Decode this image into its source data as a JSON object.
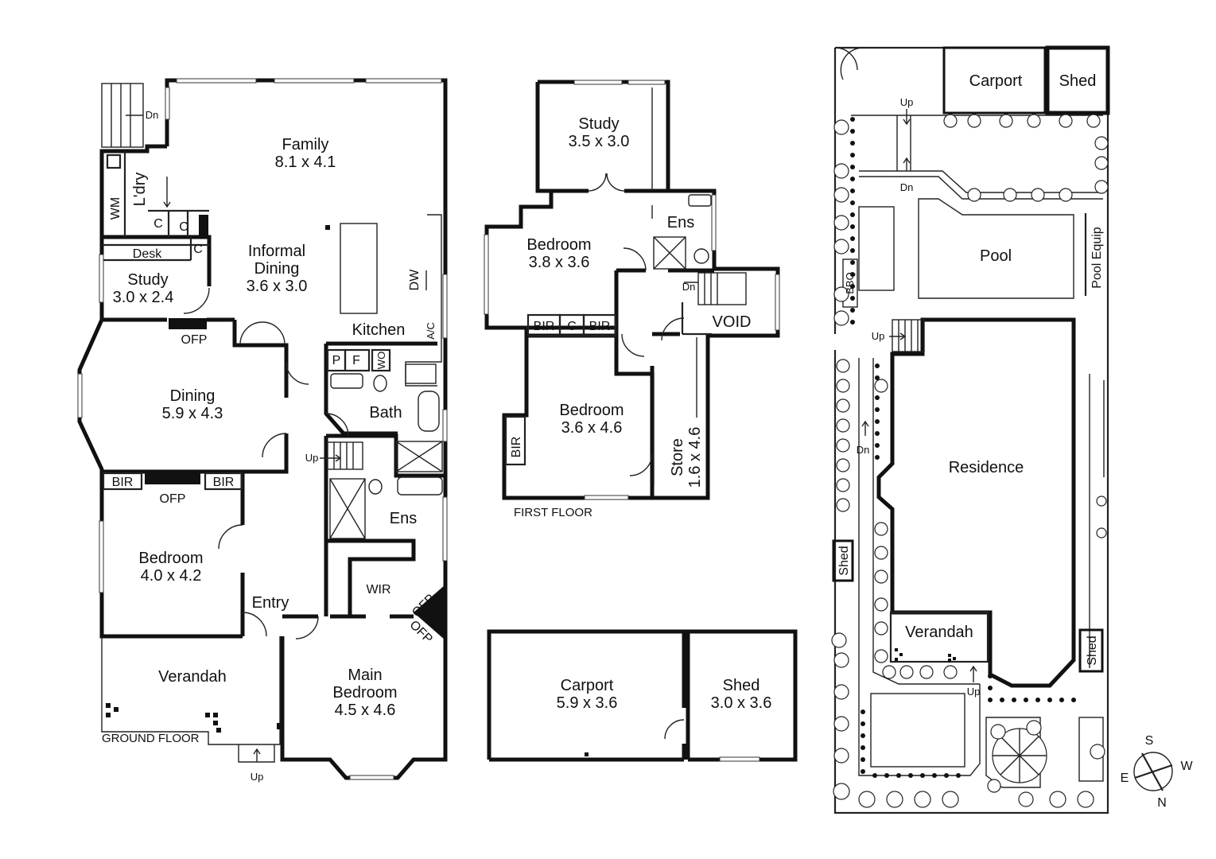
{
  "ground_floor": {
    "caption": "GROUND FLOOR",
    "rooms": {
      "family": "Family",
      "family_dim": "8.1 x 4.1",
      "informal_dining_1": "Informal",
      "informal_dining_2": "Dining",
      "informal_dining_dim": "3.6 x 3.0",
      "kitchen": "Kitchen",
      "study": "Study",
      "study_dim": "3.0 x 2.4",
      "laundry": "L'dry",
      "wm": "WM",
      "desk": "Desk",
      "dining": "Dining",
      "dining_dim": "5.9 x 4.3",
      "bath": "Bath",
      "bedroom": "Bedroom",
      "bedroom_dim": "4.0 x 4.2",
      "entry": "Entry",
      "ens": "Ens",
      "wir": "WIR",
      "main_bedroom_1": "Main",
      "main_bedroom_2": "Bedroom",
      "main_bedroom_dim": "4.5 x 4.6",
      "verandah": "Verandah"
    },
    "fixtures": {
      "ofp": "OFP",
      "bir": "BIR",
      "c": "C",
      "p": "P",
      "f": "F",
      "wo": "WO",
      "dw": "DW",
      "ac": "A/C",
      "up": "Up",
      "dn": "Dn"
    }
  },
  "first_floor": {
    "caption": "FIRST FLOOR",
    "rooms": {
      "study": "Study",
      "study_dim": "3.5 x 3.0",
      "bedroom_a": "Bedroom",
      "bedroom_a_dim": "3.8 x 3.6",
      "ens": "Ens",
      "void": "VOID",
      "bedroom_b": "Bedroom",
      "bedroom_b_dim": "3.6 x 4.6",
      "store": "Store",
      "store_dim": "1.6 x 4.6"
    },
    "fixtures": {
      "bir": "BIR",
      "c": "C",
      "dn": "Dn"
    }
  },
  "outbuildings": {
    "carport": "Carport",
    "carport_dim": "5.9 x 3.6",
    "shed": "Shed",
    "shed_dim": "3.0 x 3.6"
  },
  "site_plan": {
    "carport": "Carport",
    "shed": "Shed",
    "pool": "Pool",
    "pool_equip": "Pool Equip",
    "bbq": "BBQ",
    "residence": "Residence",
    "verandah": "Verandah",
    "up": "Up",
    "dn": "Dn"
  },
  "compass": {
    "n": "N",
    "s": "S",
    "e": "E",
    "w": "W"
  }
}
